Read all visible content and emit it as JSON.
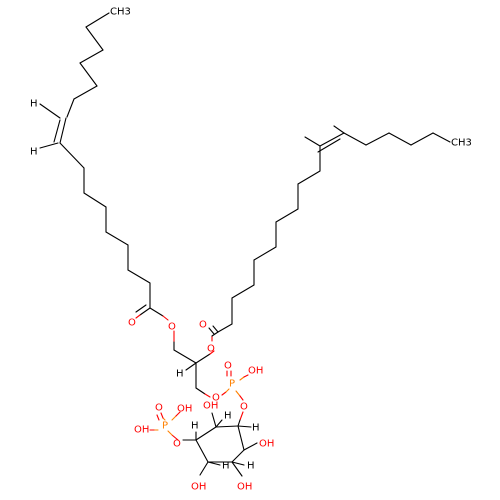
{
  "diagram": {
    "type": "skeletal-structure",
    "colors": {
      "carbon": "#000000",
      "hydrogen": "#000000",
      "oxygen": "#ff0000",
      "phosphorus": "#ff8000",
      "background": "#ffffff"
    },
    "atom_labels": {
      "methyl_left": "CH3",
      "methyl_right": "CH3",
      "alkene_h_left_1": "H",
      "alkene_h_left_2": "H",
      "ester_o_left": "O",
      "ester_carbonyl_o_left": "O",
      "ester_o_right": "O",
      "ester_carbonyl_o_right": "O",
      "glycerol_h": "H",
      "phosphate_o_link": "O",
      "phosphorus_1": "P",
      "phosphorus_1_oxo": "O",
      "phosphorus_1_oh": "OH",
      "ring_o_top": "O",
      "ring_h_right": "H",
      "ring_oh_right": "OH",
      "ring_h_bottom_right": "H",
      "ring_oh_bottom_right": "OH",
      "ring_oh_bottom_left": "OH",
      "ring_h_bottom": "H",
      "ring_h_left": "H",
      "ring_o_left": "O",
      "phosphorus_2": "P",
      "phosphorus_2_oxo": "O",
      "phosphorus_2_oh_a": "OH",
      "phosphorus_2_oh_b": "OH",
      "ring_oh_top": "OH",
      "ring_h_top": "H"
    }
  }
}
